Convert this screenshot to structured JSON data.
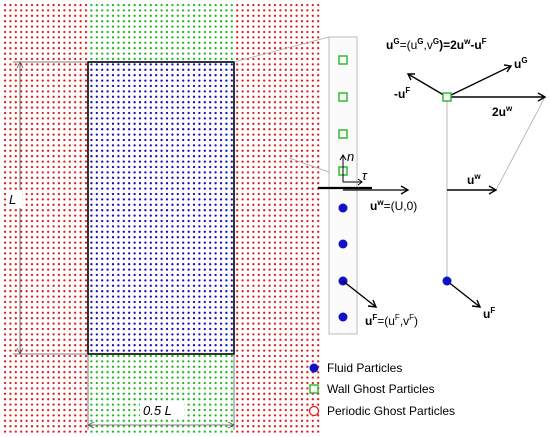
{
  "colors": {
    "fluid": "#1010c8",
    "wall_ghost": "#22b822",
    "periodic_ghost": "#e02020",
    "frame": "#000000",
    "strip_border": "#bbbbbb",
    "guide_line": "#aaaaaa"
  },
  "labels": {
    "dim_height": "L",
    "dim_width": "0.5 L",
    "normal": "n",
    "tangent": "τ",
    "wall_velocity_text": "u",
    "wall_velocity_sup": "w",
    "wall_velocity_rest": "=(U,0)",
    "fluid_velocity_text": "u",
    "fluid_velocity_sup": "F",
    "fluid_velocity_eq": "=(u",
    "fluid_velocity_sup2": "F",
    "fluid_velocity_mid": ",v",
    "fluid_velocity_sup3": "F",
    "fluid_velocity_end": ")",
    "formula": {
      "u": "u",
      "g": "G",
      "eq_open": "=(u",
      "g2": "G",
      "comma_v": ",v",
      "g3": "G",
      "close_eq": ")=",
      "two_u": "2u",
      "w": "w",
      "minus_u": "-u",
      "f": "F"
    },
    "vec_minus_uF": "-u",
    "vec_minus_uF_sup": "F",
    "vec_uG": "u",
    "vec_uG_sup": "G",
    "vec_2uw": "2u",
    "vec_2uw_sup": "w",
    "vec_uw": "u",
    "vec_uw_sup": "w",
    "vec_uF": "u",
    "vec_uF_sup": "F"
  },
  "legend": [
    {
      "icon": "filled-circle-icon",
      "label": "Fluid Particles"
    },
    {
      "icon": "hollow-square-icon",
      "label": "Wall Ghost Particles"
    },
    {
      "icon": "hollow-circle-icon",
      "label": "Periodic Ghost Particles"
    }
  ]
}
